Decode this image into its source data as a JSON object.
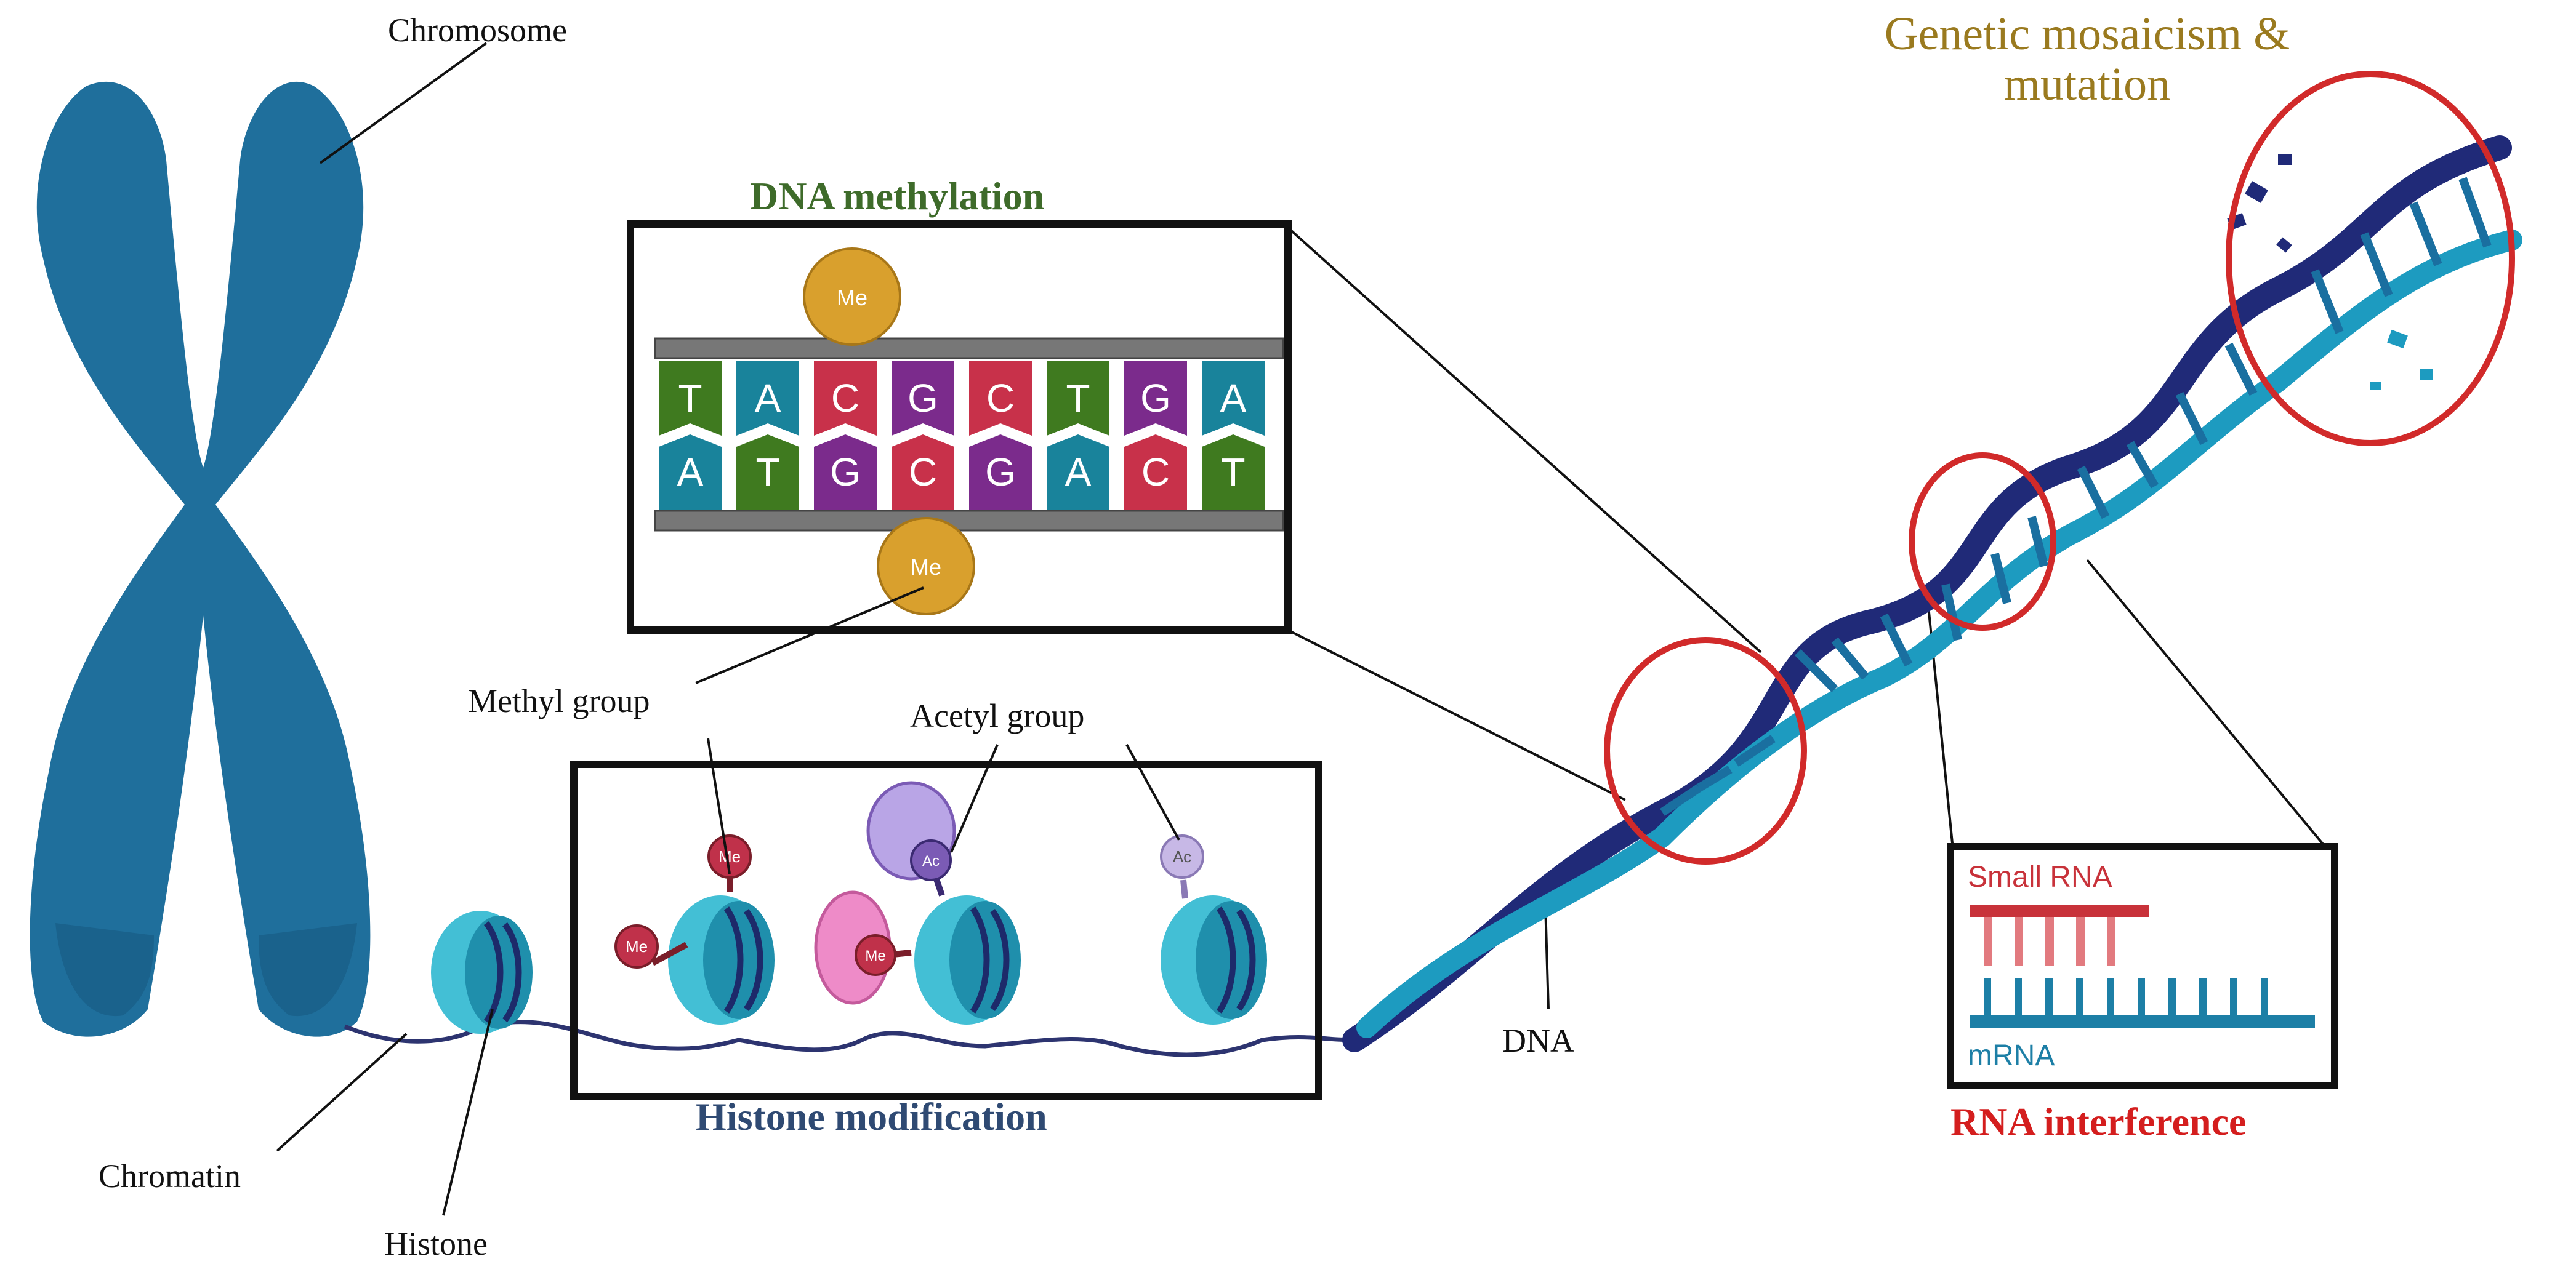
{
  "labels": {
    "chromosome": "Chromosome",
    "methyl_group": "Methyl group",
    "acetyl_group": "Acetyl group",
    "dna": "DNA",
    "chromatin": "Chromatin",
    "histone": "Histone",
    "small_rna": "Small RNA",
    "mrna": "mRNA",
    "me": "Me",
    "ac": "Ac"
  },
  "titles": {
    "dna_methylation": "DNA methylation",
    "histone_modification": "Histone modification",
    "rna_interference": "RNA interference",
    "genetic_mosaicism": "Genetic mosaicism & mutation"
  },
  "methylation": {
    "top_strand": [
      "T",
      "A",
      "C",
      "G",
      "C",
      "T",
      "G",
      "A"
    ],
    "bottom_strand": [
      "A",
      "T",
      "G",
      "C",
      "G",
      "A",
      "C",
      "T"
    ]
  },
  "colors": {
    "A": "#19839b",
    "T": "#3f7a1f",
    "C": "#c8314a",
    "G": "#7b2b8c",
    "backbone": "#777777",
    "me_gold": "#d9a02d",
    "histone": "#43bfd5",
    "histone_dark": "#1f8fac",
    "dna_dark": "#202a78",
    "dna_light": "#1d9bc0",
    "chromosome": "#1f6f9c",
    "circle_red": "#d12a2a",
    "me_red": "#c0314a",
    "ac_purple": "#7b5bb5",
    "small_rna": "#c8323a",
    "mrna": "#1d7fa6"
  }
}
